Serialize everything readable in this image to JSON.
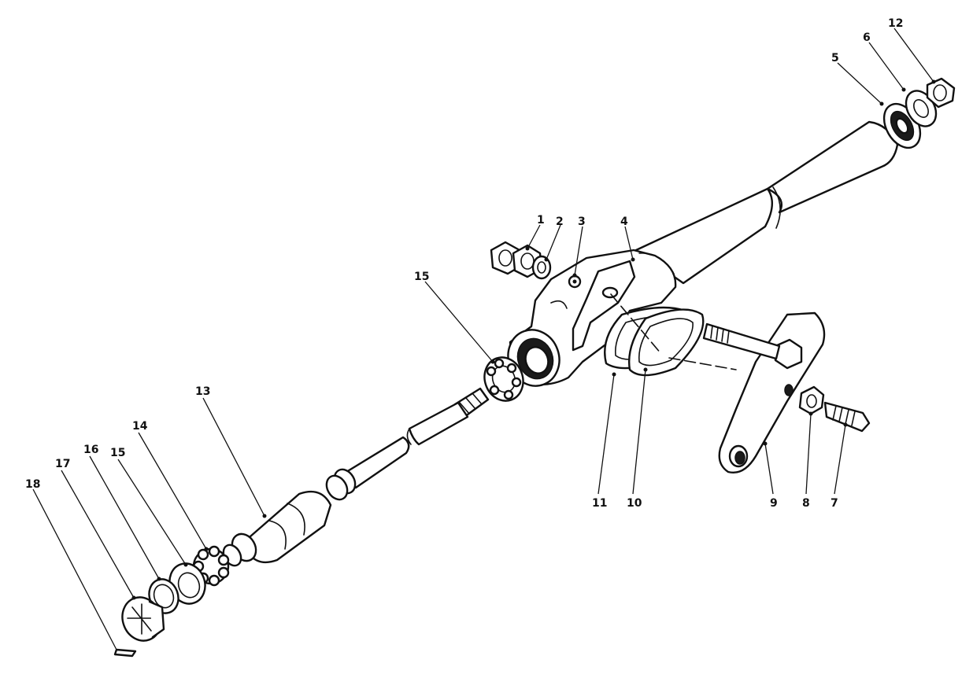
{
  "callouts": {
    "c1": "1",
    "c2": "2",
    "c3": "3",
    "c4": "4",
    "c5": "5",
    "c6": "6",
    "c7": "7",
    "c8": "8",
    "c9": "9",
    "c10": "10",
    "c11": "11",
    "c12": "12",
    "c13": "13",
    "c14": "14",
    "c15a": "15",
    "c15b": "15",
    "c16": "16",
    "c17": "17",
    "c18": "18"
  }
}
